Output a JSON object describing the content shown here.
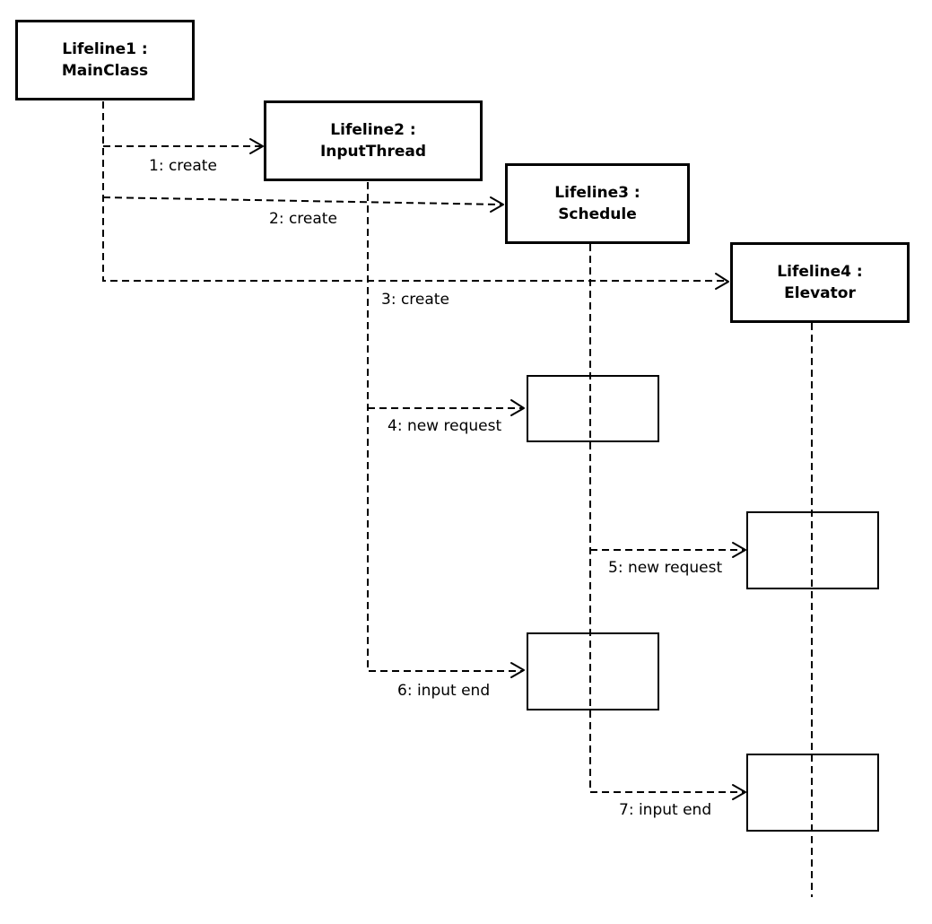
{
  "lifelines": [
    {
      "id": "lifeline1",
      "line1": "Lifeline1 :",
      "line2": "MainClass"
    },
    {
      "id": "lifeline2",
      "line1": "Lifeline2 :",
      "line2": "InputThread"
    },
    {
      "id": "lifeline3",
      "line1": "Lifeline3 :",
      "line2": "Schedule"
    },
    {
      "id": "lifeline4",
      "line1": "Lifeline4 :",
      "line2": "Elevator"
    }
  ],
  "messages": [
    {
      "label": "1: create"
    },
    {
      "label": "2: create"
    },
    {
      "label": "3: create"
    },
    {
      "label": "4: new request"
    },
    {
      "label": "5: new request"
    },
    {
      "label": "6: input end"
    },
    {
      "label": "7: input end"
    }
  ]
}
